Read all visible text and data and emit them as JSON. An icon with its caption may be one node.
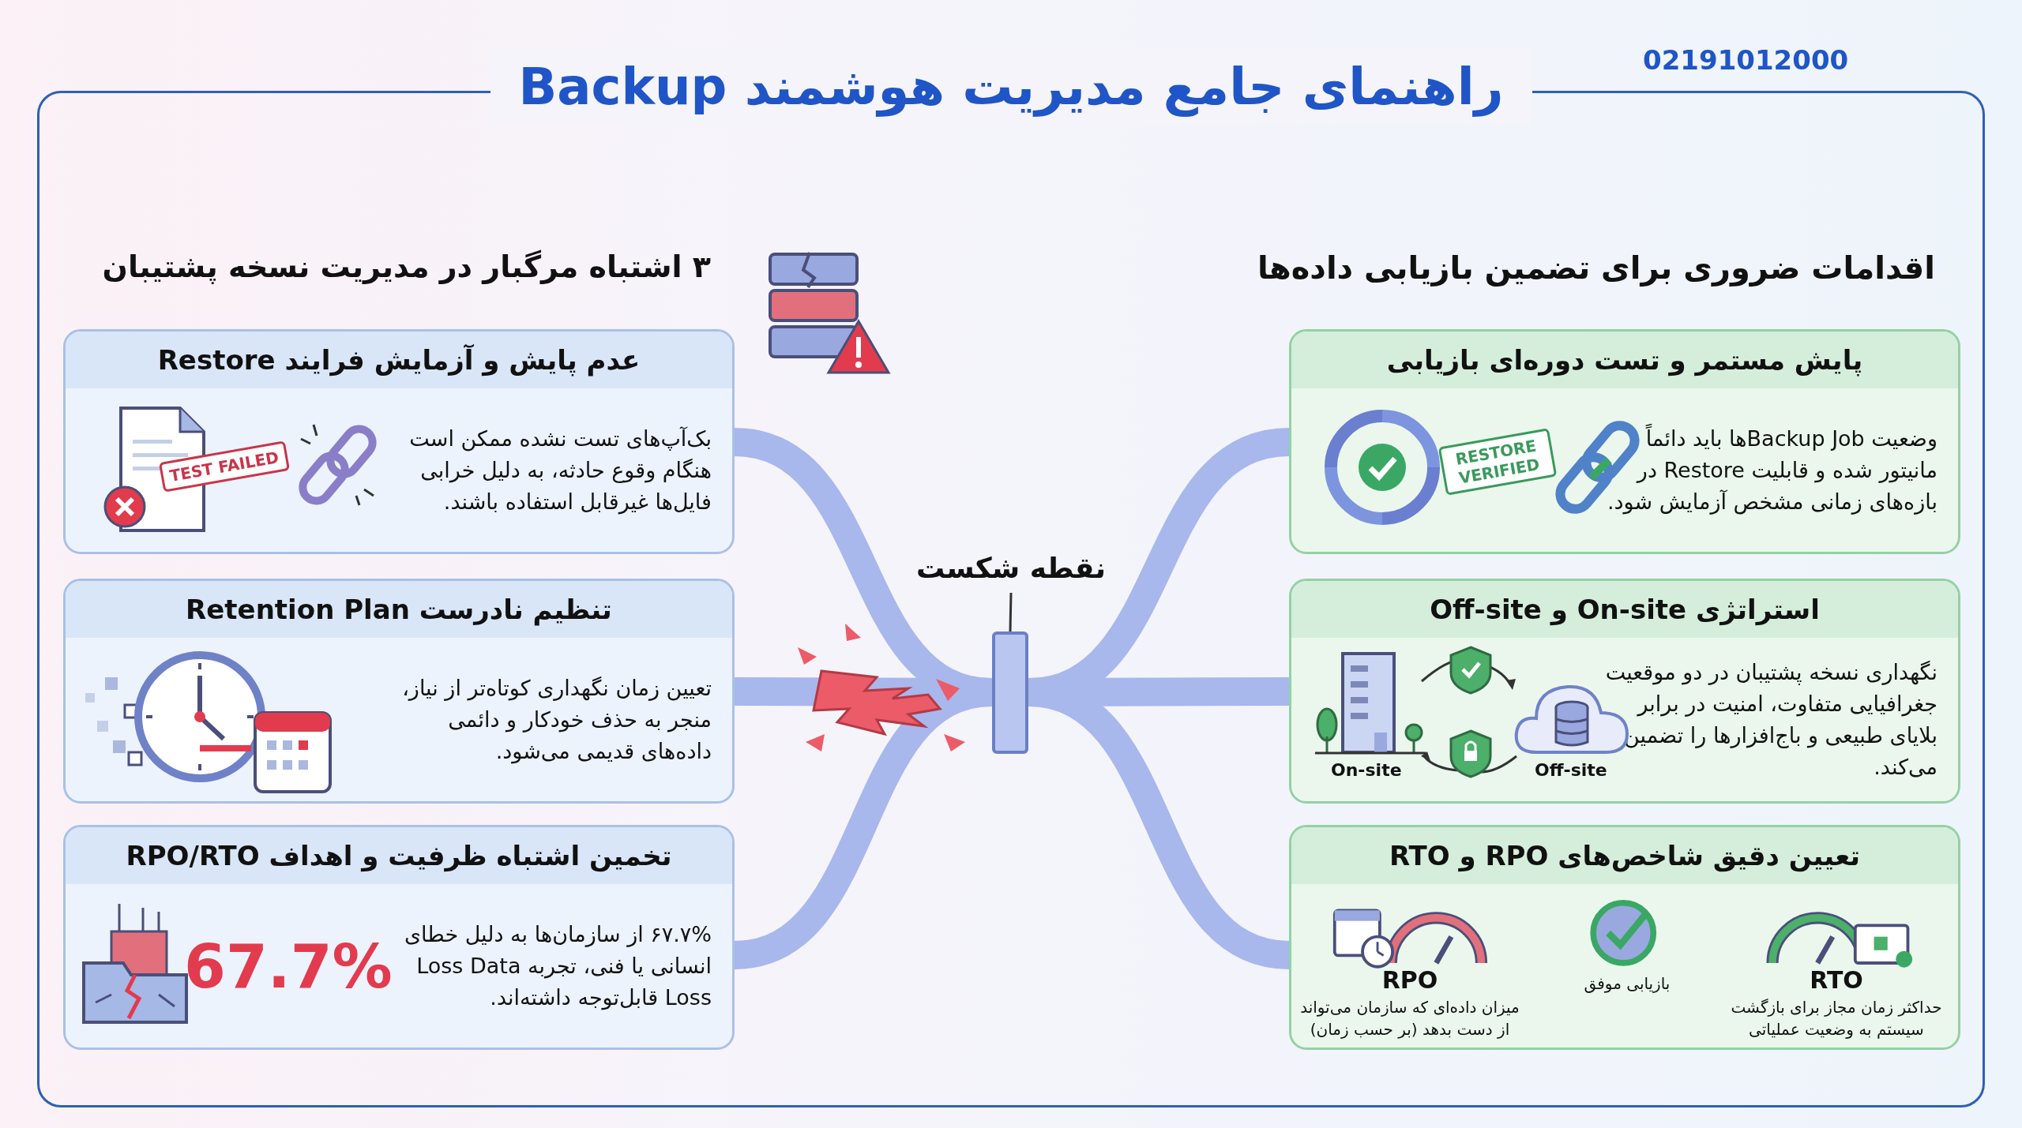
{
  "diagram": {
    "title": "راهنمای جامع مدیریت هوشمند Backup",
    "nodes": [
      {
        "text": [
          "عدم پایش و آزمایش فرایند Restore",
          "بک‌آپ‌های تست نشده ممکن است هنگام وقوع حادثه، به دلیل خرابی فایل‌ها غیرقابل استفاده باشند.",
          "TEST FAILED"
        ]
      },
      {
        "text": [
          "تنظیم نادرست Retention Plan",
          "تعیین زمان نگهداری کوتاه‌تر از نیاز، منجر به حذف خودکار و دائمی داده‌های قدیمی می‌شود."
        ]
      },
      {
        "text": [
          "تخمین اشتباه ظرفیت و اهداف RPO/RTO",
          "۶۷.۷% از سازمان‌ها به دلیل خطای انسانی یا فنی، تجربه Loss Data Loss قابل‌توجه داشته‌اند.",
          "67.7%"
        ]
      },
      {
        "text": [
          "نقطه شکست"
        ]
      },
      {
        "text": [],
        "shape": "bar"
      },
      {
        "text": [
          "پایش مستمر و تست دوره‌ای بازیابی",
          "وضعیت Backup Jobها باید دائماً مانیتور شده و قابلیت Restore در بازه‌های زمانی مشخص آزمایش شود.",
          "RESTORE VERIFIED"
        ]
      },
      {
        "text": [
          "استراتژی On-site و Off-site",
          "نگهداری نسخه پشتیبان در دو موقعیت جغرافیایی متفاوت، امنیت در برابر بلایای طبیعی و باج‌افزارها را تضمین می‌کند.",
          "Off-site",
          "On-site"
        ]
      },
      {
        "text": [
          "تعیین دقیق شاخص‌های RPO و RTO",
          "RTO",
          "حداکثر زمان مجاز برای بازگشت سیستم به وضعیت عملیاتی",
          "بازیابی موفق",
          "RPO",
          "میزان داده‌ای که سازمان می‌تواند از دست بدهد (بر حسب زمان)"
        ]
      }
    ],
    "edges": [
      {
        "from": 0,
        "to": 4,
        "arrow": "none"
      },
      {
        "from": 1,
        "to": 4,
        "arrow": "none"
      },
      {
        "from": 2,
        "to": 4,
        "arrow": "none"
      },
      {
        "from": 4,
        "to": 5,
        "arrow": "none"
      },
      {
        "from": 4,
        "to": 6,
        "arrow": "none"
      },
      {
        "from": 4,
        "to": 7,
        "arrow": "none"
      },
      {
        "from": 3,
        "to": 4,
        "arrow": "none",
        "color": "#333333"
      }
    ],
    "labels": [
      "02191012000",
      "اقدامات ضروری برای تضمین بازیابی داده‌ها",
      "۳ اشتباه مرگبار در مدیریت نسخه پشتیبان"
    ]
  }
}
